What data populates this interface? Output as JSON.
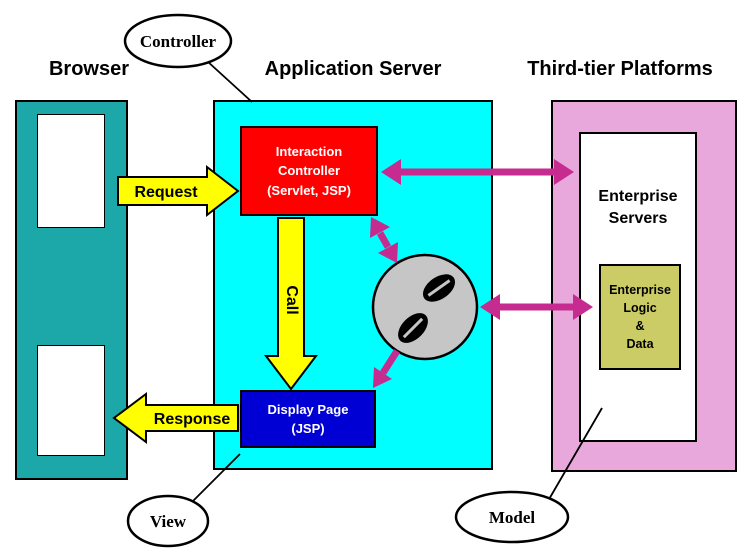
{
  "headings": {
    "browser": "Browser",
    "app_server": "Application Server",
    "third_tier": "Third-tier Platforms"
  },
  "callouts": {
    "controller": "Controller",
    "view": "View",
    "model": "Model"
  },
  "arrows": {
    "request": "Request",
    "call": "Call",
    "response": "Response"
  },
  "app_server": {
    "interaction_controller": [
      "Interaction",
      "Controller",
      "(Servlet, JSP)"
    ],
    "display_page": [
      "Display Page",
      "(JSP)"
    ]
  },
  "third_tier": {
    "enterprise_servers": [
      "Enterprise",
      "Servers"
    ],
    "enterprise_logic": [
      "Enterprise",
      "Logic",
      "&",
      "Data"
    ]
  },
  "icons": {
    "javabeans": "two coffee beans (JavaBeans)"
  },
  "colors": {
    "teal": "#1CA8A8",
    "cyan": "#00FFFF",
    "red": "#FF0000",
    "blue": "#0000D4",
    "pink": "#E9A8DC",
    "khaki": "#CCCC66",
    "yellow": "#FFFF00",
    "magenta": "#C62B8F",
    "gray": "#C6C6C6"
  }
}
